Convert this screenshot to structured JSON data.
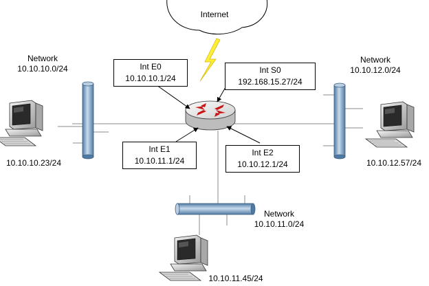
{
  "cloud": {
    "label": "Internet"
  },
  "networks": {
    "left": {
      "title": "Network",
      "address": "10.10.10.0/24"
    },
    "right": {
      "title": "Network",
      "address": "10.10.12.0/24"
    },
    "bottom": {
      "title": "Network",
      "address": "10.10.11.0/24"
    }
  },
  "interfaces": {
    "e0": {
      "name": "Int E0",
      "ip": "10.10.10.1/24"
    },
    "s0": {
      "name": "Int S0",
      "ip": "192.168.15.27/24"
    },
    "e1": {
      "name": "Int E1",
      "ip": "10.10.11.1/24"
    },
    "e2": {
      "name": "Int E2",
      "ip": "10.10.12.1/24"
    }
  },
  "hosts": {
    "left": {
      "ip": "10.10.10.23/24"
    },
    "right": {
      "ip": "10.10.12.57/24"
    },
    "bottom": {
      "ip": "10.10.11.45/24"
    }
  },
  "colors": {
    "bus": "#8fb0cf",
    "bus_dark": "#4f7aa3",
    "bolt": "#ffef3a",
    "router_arrow": "#c81414",
    "router_body": "#e6e6e6"
  }
}
